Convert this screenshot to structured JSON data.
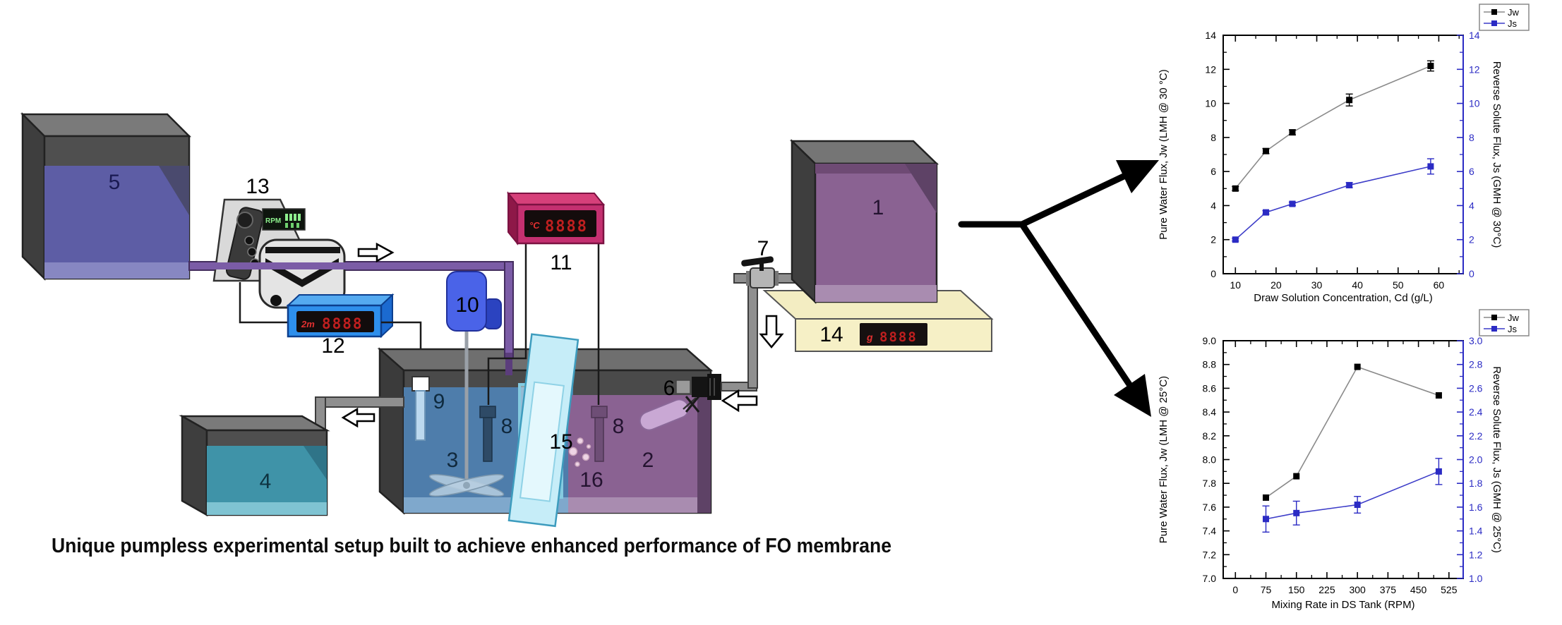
{
  "caption": "Unique pumpless experimental setup built to achieve enhanced performance of FO membrane",
  "diagram": {
    "labels": {
      "n1": "1",
      "n2": "2",
      "n3": "3",
      "n4": "4",
      "n5": "5",
      "n6": "6",
      "n7": "7",
      "n8a": "8",
      "n8b": "8",
      "n9": "9",
      "n10": "10",
      "n11": "11",
      "n12": "12",
      "n13": "13",
      "n14": "14",
      "n15": "15",
      "n16": "16"
    },
    "pump_screen_text": "RPM",
    "display12": {
      "prefix": "2m",
      "value": "8888"
    },
    "display11": {
      "prefix": "°C",
      "value": "8888"
    },
    "balance_display": {
      "prefix": "g",
      "value": "8888"
    }
  },
  "palette": {
    "tank5_liquid": "#5d5da5",
    "feed_liquid": "#4e7dab",
    "draw_liquid": "#8a6292",
    "tank4_liquid": "#3f93a8",
    "tank1_liquid": "#8a6292",
    "membrane_panel": "#c6edf8",
    "pipe_purple": "#7b5ca6",
    "display12_body": "#2e8fec",
    "display11_body": "#c43070",
    "balance_body": "#f3edc2",
    "led_red": "#c41f1f",
    "js_blue": "#2b2bc4",
    "jw_black": "#000000"
  },
  "chart_data": [
    {
      "type": "line",
      "title": "",
      "xlabel": "Draw Solution Concentration, Cd (g/L)",
      "ylabel_left": "Pure Water Flux, Jw (LMH @ 30 °C)",
      "ylabel_right": "Reverse Solute Flux, Js (GMH @ 30°C)",
      "xlim": [
        7,
        66
      ],
      "xticks": [
        10,
        20,
        30,
        40,
        50,
        60
      ],
      "xtick_decimals": 0,
      "ylim_left": [
        0,
        14
      ],
      "yticks_left": [
        0,
        2,
        4,
        6,
        8,
        10,
        12,
        14
      ],
      "ylim_right": [
        0,
        14
      ],
      "yticks_right": [
        0,
        2,
        4,
        6,
        8,
        10,
        12,
        14
      ],
      "ytick_decimals": 0,
      "grid": false,
      "legend_position": "top-right-outside",
      "right_axis_color": "#2b2bc4",
      "series": [
        {
          "name": "Jw",
          "axis": "left",
          "marker_color": "#000000",
          "line_color": "#8a8a8a",
          "x": [
            10,
            17.5,
            24,
            38,
            58
          ],
          "y": [
            5.0,
            7.2,
            8.3,
            10.2,
            12.2
          ],
          "yerr": [
            0.12,
            0.15,
            0.15,
            0.35,
            0.3
          ]
        },
        {
          "name": "Js",
          "axis": "right",
          "marker_color": "#2b2bc4",
          "line_color": "#3c3cc8",
          "x": [
            10,
            17.5,
            24,
            38,
            58
          ],
          "y": [
            2.0,
            3.6,
            4.1,
            5.2,
            6.3
          ],
          "yerr": [
            0.08,
            0.1,
            0.1,
            0.15,
            0.45
          ]
        }
      ]
    },
    {
      "type": "line",
      "title": "",
      "xlabel": "Mixing Rate in DS Tank (RPM)",
      "ylabel_left": "Pure Water Flux, Jw (LMH @ 25°C)",
      "ylabel_right": "Reverse Solute Flux, Js (GMH @ 25°C)",
      "xlim": [
        -30,
        560
      ],
      "xticks": [
        0,
        75,
        150,
        225,
        300,
        375,
        450,
        525
      ],
      "xtick_decimals": 0,
      "ylim_left": [
        7.0,
        9.0
      ],
      "yticks_left": [
        7.0,
        7.2,
        7.4,
        7.6,
        7.8,
        8.0,
        8.2,
        8.4,
        8.6,
        8.8,
        9.0
      ],
      "ylim_right": [
        1.0,
        3.0
      ],
      "yticks_right": [
        1.0,
        1.2,
        1.4,
        1.6,
        1.8,
        2.0,
        2.2,
        2.4,
        2.6,
        2.8,
        3.0
      ],
      "ytick_decimals": 1,
      "grid": false,
      "legend_position": "top-right-outside",
      "right_axis_color": "#2b2bc4",
      "series": [
        {
          "name": "Jw",
          "axis": "left",
          "marker_color": "#000000",
          "line_color": "#8a8a8a",
          "x": [
            75,
            150,
            300,
            500
          ],
          "y": [
            7.68,
            7.86,
            8.78,
            8.54
          ],
          "yerr": [
            0,
            0,
            0,
            0
          ]
        },
        {
          "name": "Js",
          "axis": "right",
          "marker_color": "#2b2bc4",
          "line_color": "#3c3cc8",
          "x": [
            75,
            150,
            300,
            500
          ],
          "y": [
            1.5,
            1.55,
            1.62,
            1.9
          ],
          "yerr": [
            0.11,
            0.1,
            0.07,
            0.11
          ]
        }
      ]
    }
  ]
}
